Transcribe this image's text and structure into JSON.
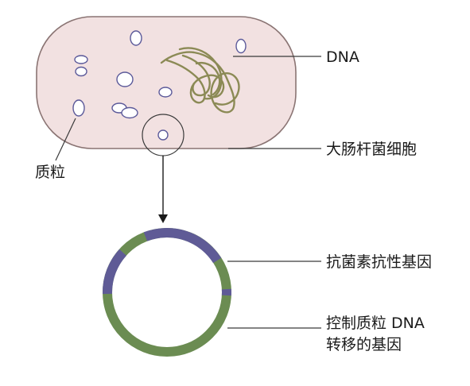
{
  "labels": {
    "dna": "DNA",
    "ecoli_cell": "大肠杆菌细胞",
    "plasmid": "质粒",
    "antibiotic_gene": "抗菌素抗性基因",
    "transfer_gene_line1": "控制质粒 DNA",
    "transfer_gene_line2": "转移的基因"
  },
  "colors": {
    "cell_fill": "#f2e1e1",
    "cell_stroke": "#8a7473",
    "plasmid_stroke": "#5c5a9a",
    "dna_stroke": "#8b8a55",
    "ring_green": "#6b8c52",
    "ring_purple": "#5f5b96",
    "line": "#3a3a3a"
  }
}
